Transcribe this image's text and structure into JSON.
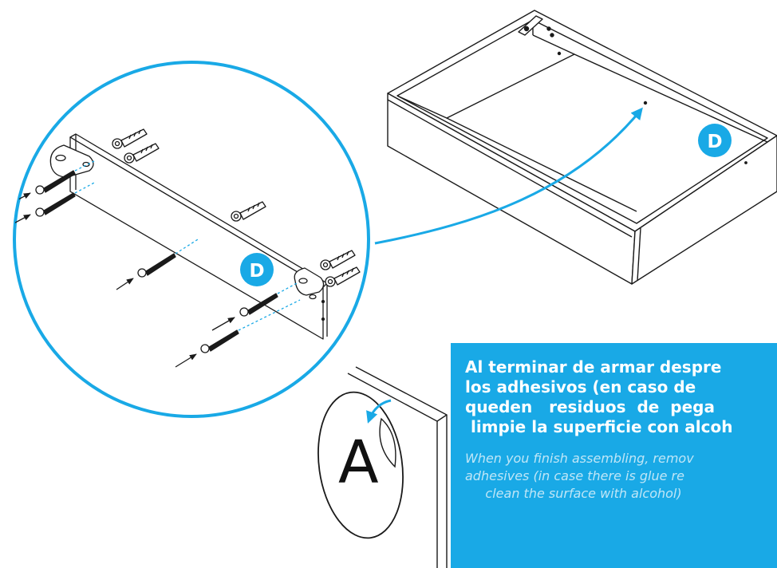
{
  "badges": {
    "detail_label": "D",
    "drawer_label": "D"
  },
  "sticker": {
    "letter": "A"
  },
  "note": {
    "spanish": "Al terminar de armar despre\nlos adhesivos (en caso de\nqueden   residuos  de  pega\n limpie la superficie con alcoh",
    "english": "When you finish assembling, remov\nadhesives (in case there is glue re\n     clean the surface with alcohol)"
  },
  "colors": {
    "accent_blue": "#19a9e6",
    "line_black": "#1a1a1a"
  }
}
